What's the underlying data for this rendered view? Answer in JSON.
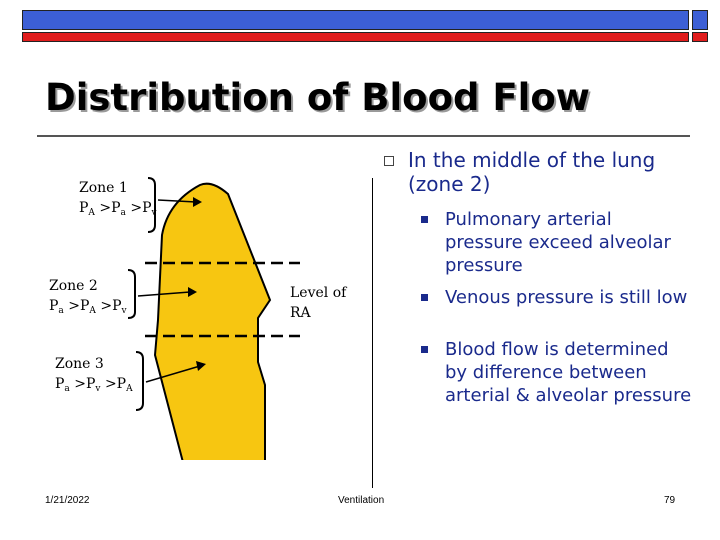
{
  "slide": {
    "title": "Distribution of Blood Flow",
    "colors": {
      "topbar_blue": "#3c5fd6",
      "topbar_red": "#e01c1c",
      "lung_fill": "#f7c611",
      "bullet_text": "#1a2a8c"
    }
  },
  "diagram": {
    "zone1": {
      "name": "Zone 1",
      "rel_a": "P",
      "sub_a": "A",
      "rel_b": " >P",
      "sub_b": "a",
      "rel_c": " >P",
      "sub_c": "v"
    },
    "zone2": {
      "name": "Zone 2",
      "rel_a": "P",
      "sub_a": "a",
      "rel_b": " >P",
      "sub_b": "A",
      "rel_c": " >P",
      "sub_c": "v"
    },
    "zone3": {
      "name": "Zone 3",
      "rel_a": "P",
      "sub_a": "a",
      "rel_b": " >P",
      "sub_b": "v",
      "rel_c": " >P",
      "sub_c": "A"
    },
    "level_label_line1": "Level of",
    "level_label_line2": "RA"
  },
  "text": {
    "main_point": "In the middle of the lung (zone 2)",
    "sub_points": [
      "Pulmonary arterial pressure exceed alveolar pressure",
      "Venous pressure is still low",
      "Blood flow is determined by difference between arterial & alveolar pressure"
    ]
  },
  "footer": {
    "date": "1/21/2022",
    "center": "Ventilation",
    "page": "79"
  }
}
